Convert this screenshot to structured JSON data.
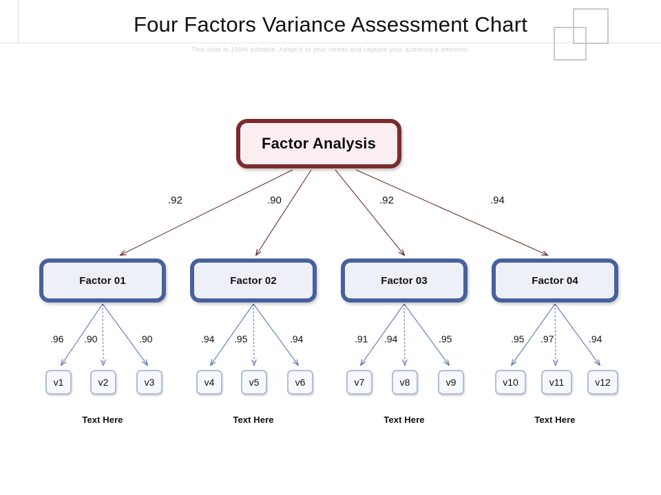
{
  "header": {
    "title": "Four Factors Variance Assessment Chart",
    "subtitle": "This slide is 100% editable. Adapt it to your needs and capture your audience's attention."
  },
  "colors": {
    "root_border": "#7b2b2e",
    "root_fill": "#fbeef0",
    "factor_border": "#47609e",
    "factor_fill": "#eef0f7",
    "var_border": "#b0bdd8",
    "var_fill": "#f6f8fc",
    "top_edge": "#6b2f33",
    "sub_edge": "#5f78b0",
    "deco": "#c9c9c9"
  },
  "diagram": {
    "type": "tree",
    "root": {
      "label": "Factor Analysis"
    },
    "branches": [
      {
        "label": "Factor 01",
        "weight": ".92",
        "caption": "Text Here",
        "children": [
          {
            "label": "v1",
            "weight": ".96"
          },
          {
            "label": "v2",
            "weight": ".90"
          },
          {
            "label": "v3",
            "weight": ".90"
          }
        ]
      },
      {
        "label": "Factor 02",
        "weight": ".90",
        "caption": "Text Here",
        "children": [
          {
            "label": "v4",
            "weight": ".94"
          },
          {
            "label": "v5",
            "weight": ".95"
          },
          {
            "label": "v6",
            "weight": ".94"
          }
        ]
      },
      {
        "label": "Factor 03",
        "weight": ".92",
        "caption": "Text Here",
        "children": [
          {
            "label": "v7",
            "weight": ".91"
          },
          {
            "label": "v8",
            "weight": ".94"
          },
          {
            "label": "v9",
            "weight": ".95"
          }
        ]
      },
      {
        "label": "Factor 04",
        "weight": ".94",
        "caption": "Text Here",
        "children": [
          {
            "label": "v10",
            "weight": ".95"
          },
          {
            "label": "v11",
            "weight": ".97"
          },
          {
            "label": "v12",
            "weight": ".94"
          }
        ]
      }
    ]
  }
}
